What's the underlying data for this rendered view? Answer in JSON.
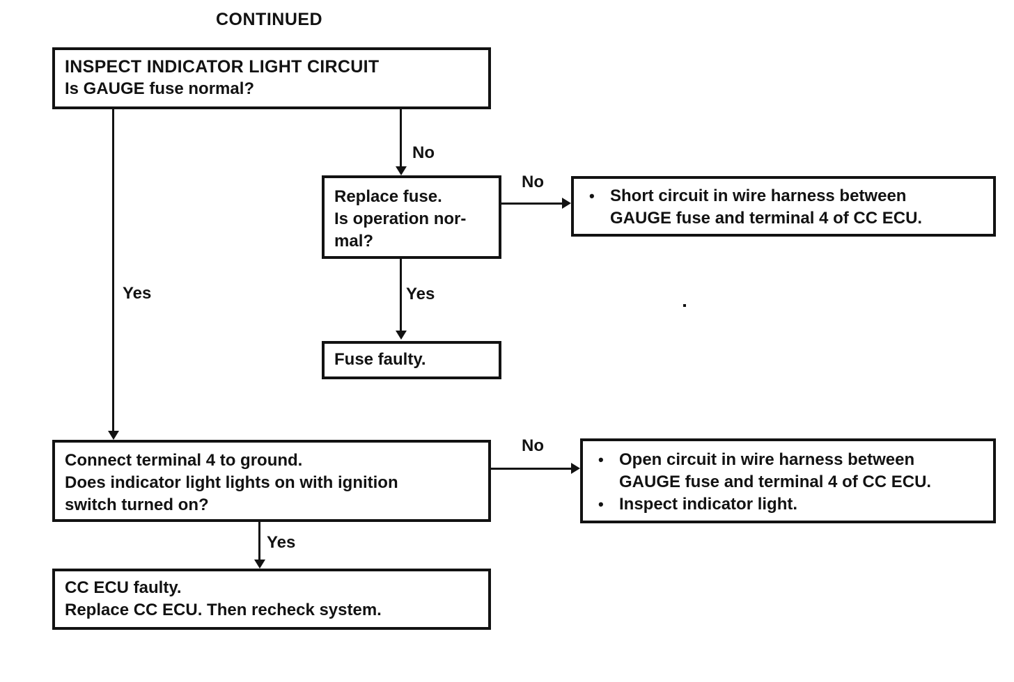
{
  "heading": {
    "continued": "CONTINUED"
  },
  "boxes": {
    "inspect": {
      "title": "INSPECT INDICATOR LIGHT CIRCUIT",
      "question": "Is GAUGE fuse normal?"
    },
    "replace_fuse": {
      "line1": "Replace fuse.",
      "line2": "Is operation nor-",
      "line3": "mal?"
    },
    "short_circuit": {
      "bullet": "•",
      "line1": "Short circuit in wire harness between",
      "line2": "GAUGE fuse and terminal 4 of CC ECU."
    },
    "fuse_faulty": {
      "line1": "Fuse faulty."
    },
    "connect_terminal": {
      "line1": "Connect terminal 4 to ground.",
      "line2": "Does indicator light lights on with ignition",
      "line3": "switch turned on?"
    },
    "open_circuit": {
      "bullet": "•",
      "item1_line1": "Open circuit in wire harness between",
      "item1_line2": "GAUGE fuse and terminal 4 of CC ECU.",
      "item2": "Inspect indicator light."
    },
    "ecu_faulty": {
      "line1": "CC ECU faulty.",
      "line2": "Replace CC ECU. Then recheck system."
    }
  },
  "edges": {
    "gauge_no": "No",
    "gauge_yes": "Yes",
    "replace_no": "No",
    "replace_yes": "Yes",
    "connect_no": "No",
    "connect_yes": "Yes"
  },
  "colors": {
    "ink": "#121212",
    "paper": "#ffffff"
  }
}
